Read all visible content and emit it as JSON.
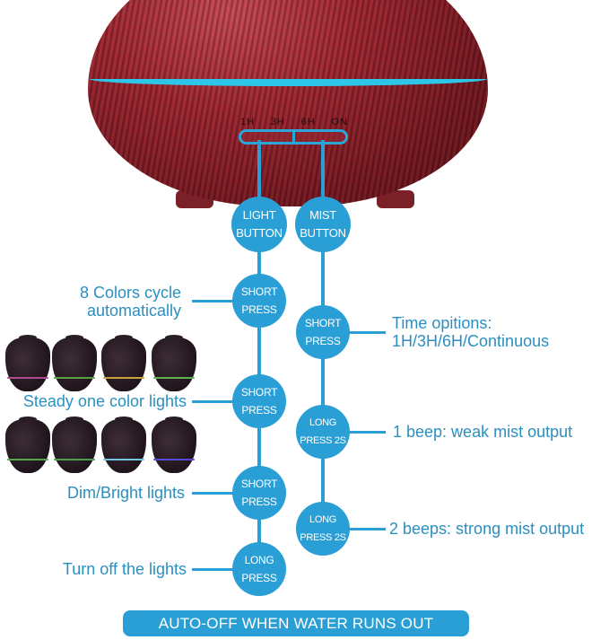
{
  "product": {
    "name": "diffuser",
    "panel_labels": [
      "1H",
      "3H",
      "6H",
      "ON"
    ],
    "ring_color": "#2ec6e8"
  },
  "light_column": {
    "header": [
      "LIGHT",
      "BUTTON"
    ],
    "steps": [
      {
        "lines": [
          "SHORT",
          "PRESS"
        ],
        "description": "8 Colors cycle\nautomatically",
        "desc_lines": [
          "8 Colors cycle",
          "automatically"
        ]
      },
      {
        "lines": [
          "SHORT",
          "PRESS"
        ],
        "description": "Steady one color lights"
      },
      {
        "lines": [
          "SHORT",
          "PRESS"
        ],
        "description": "Dim/Bright lights"
      },
      {
        "lines": [
          "LONG",
          "PRESS"
        ],
        "description": "Turn off the lights"
      }
    ]
  },
  "mist_column": {
    "header": [
      "MIST",
      "BUTTON"
    ],
    "steps": [
      {
        "lines": [
          "SHORT",
          "PRESS"
        ],
        "desc_lines": [
          "Time opitions:",
          "1H/3H/6H/Continuous"
        ]
      },
      {
        "lines": [
          "LONG",
          "PRESS 2S"
        ],
        "description": "1 beep: weak mist output"
      },
      {
        "lines": [
          "LONG",
          "PRESS 2S"
        ],
        "description": "2 beeps: strong mist output"
      }
    ]
  },
  "color_samples": {
    "row1": [
      "#b04a8a",
      "#5aa040",
      "#c8a040",
      "#60b050"
    ],
    "row2": [
      "#50a848",
      "#4aa050",
      "#70c8e0",
      "#5a48d8"
    ]
  },
  "banner": "AUTO-OFF WHEN WATER RUNS OUT",
  "colors": {
    "accent": "#2a9fd6",
    "text": "#2b8fc0"
  }
}
